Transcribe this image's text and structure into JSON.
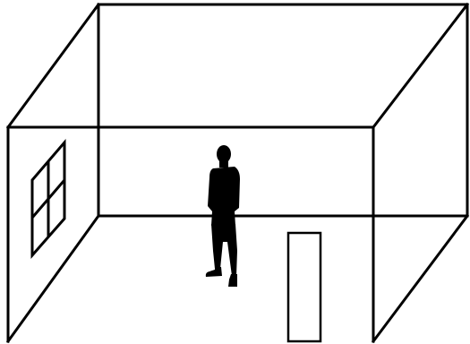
{
  "diagram": {
    "line_color": "#000000",
    "background_color": "#ffffff",
    "figure_color": "#000000",
    "elements": [
      "room-outline",
      "window",
      "door",
      "person-figure"
    ]
  }
}
